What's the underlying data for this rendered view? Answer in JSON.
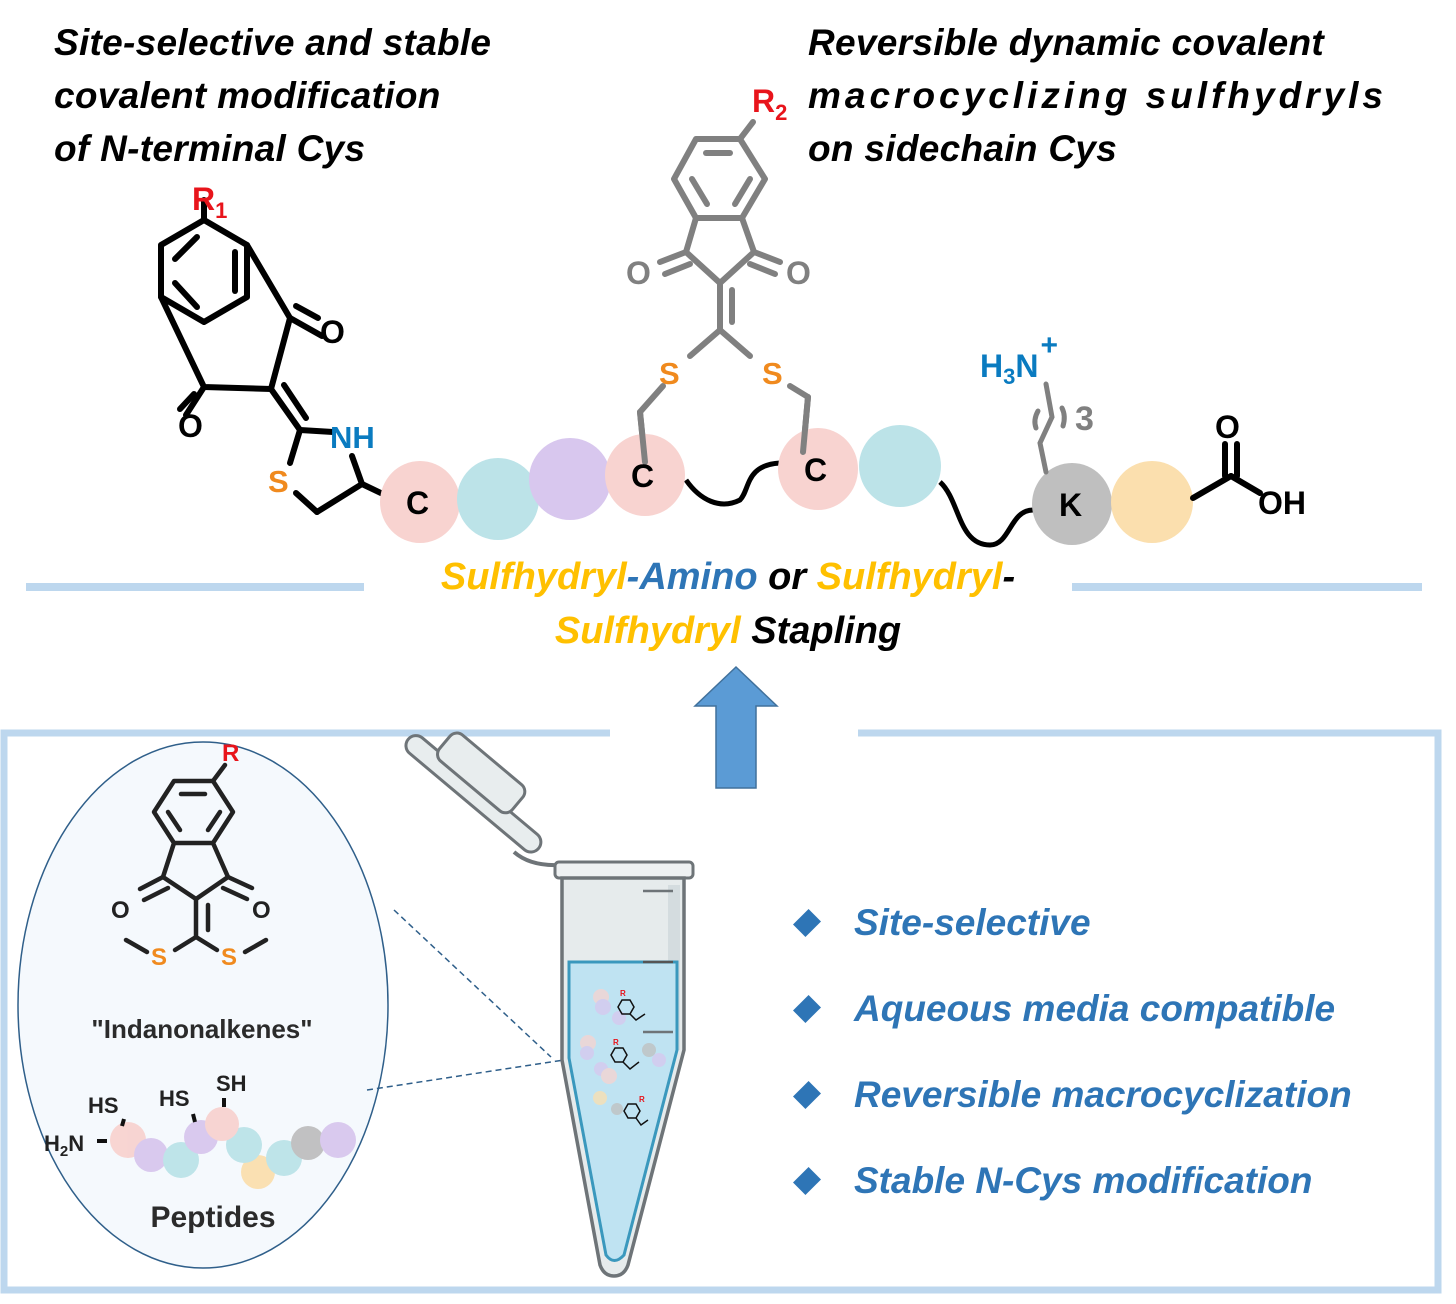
{
  "headings": {
    "left": [
      "Site-selective and stable",
      "covalent modification",
      "of N-terminal Cys"
    ],
    "right": [
      "Reversible dynamic covalent",
      "macrocyclizing  sulfhydryls",
      "on sidechain Cys"
    ]
  },
  "structures": {
    "left_r_group": "R",
    "left_r_sub": "1",
    "middle_r_group": "R",
    "middle_r_sub": "2",
    "oxygen": "O",
    "sulfur": "S",
    "nh": "NH",
    "lysine_amine": "H",
    "lysine_amine_sub": "3",
    "lysine_amine_n": "N",
    "lysine_charge": "+",
    "repeat_count": "3",
    "carboxyl_o": "O",
    "carboxyl_oh": "OH",
    "residue_c": "C",
    "residue_k": "K"
  },
  "stapling": {
    "part1": "Sulfhydryl",
    "part2": "-Amino",
    "part3": " or ",
    "part4": "Sulfhydryl",
    "part5": "-",
    "part6": "Sulfhydryl",
    "part7": " Stapling"
  },
  "inset": {
    "r_group": "R",
    "compound_name": "\"Indanonalkenes\"",
    "peptides_label": "Peptides",
    "h2n": "H",
    "h2n_sub": "2",
    "h2n_n": "N",
    "hs1": "HS",
    "hs2": "HS",
    "sh": "SH"
  },
  "features": [
    "Site-selective",
    "Aqueous media compatible",
    "Reversible macrocyclization",
    "Stable N-Cys modification"
  ],
  "colors": {
    "accent_blue": "#2E75B6",
    "yellow": "#FFC000",
    "red": "#E8141B",
    "sulfur_orange": "#F08A1E",
    "nitrogen_blue": "#0A7BC0",
    "frame": "#BDD7EE",
    "cys": "#F8D3D0",
    "teal": "#BCE3E8",
    "lavender": "#D8C7EE",
    "gray_res": "#BFBFBF",
    "peach": "#FBDFAE"
  }
}
